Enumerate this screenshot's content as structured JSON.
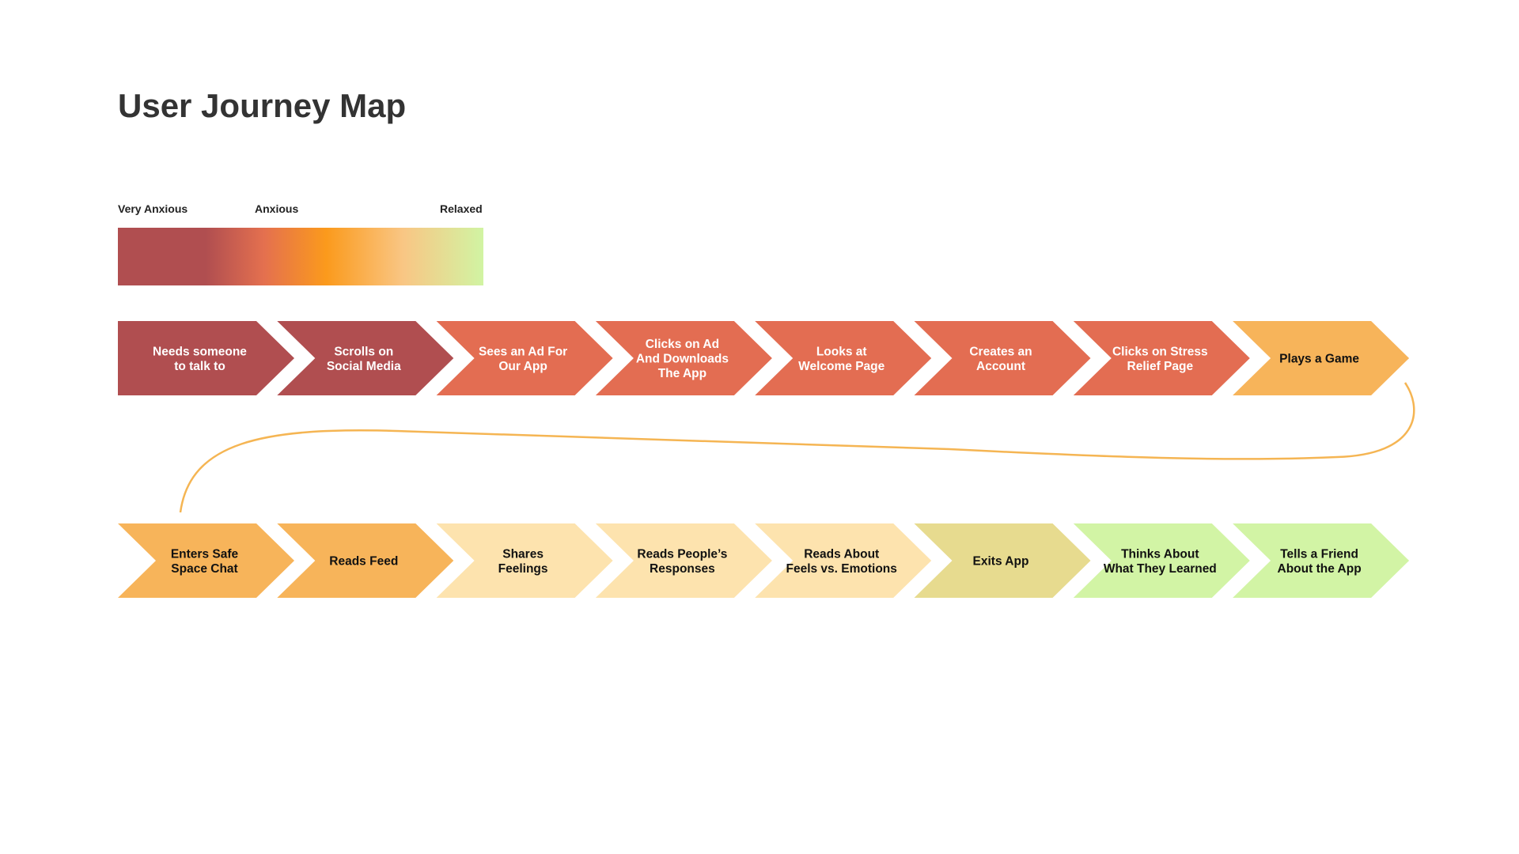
{
  "title": "User Journey Map",
  "legend": {
    "very_anxious": "Very Anxious",
    "anxious": "Anxious",
    "relaxed": "Relaxed",
    "gradient_colors": [
      "#b04e50",
      "#b04e50",
      "#e4704f",
      "#fb9a1c",
      "#f9c684",
      "#d1f4a3"
    ]
  },
  "colors": {
    "deep_red": "#b04e50",
    "coral": "#e36d52",
    "orange": "#f7b45a",
    "peach": "#fde3ae",
    "olive": "#e7db8f",
    "light_green": "#d2f4a5",
    "connector": "#f5b553"
  },
  "rows": [
    {
      "steps": [
        {
          "lines": [
            "Needs someone",
            "to talk to"
          ],
          "color": "#b04e50",
          "text_color": "#ffffff"
        },
        {
          "lines": [
            "Scrolls on",
            "Social Media"
          ],
          "color": "#b04e50",
          "text_color": "#ffffff"
        },
        {
          "lines": [
            "Sees an Ad For",
            "Our App"
          ],
          "color": "#e36d52",
          "text_color": "#ffffff"
        },
        {
          "lines": [
            "Clicks on Ad",
            "And Downloads",
            "The App"
          ],
          "color": "#e36d52",
          "text_color": "#ffffff"
        },
        {
          "lines": [
            "Looks at",
            "Welcome Page"
          ],
          "color": "#e36d52",
          "text_color": "#ffffff"
        },
        {
          "lines": [
            "Creates an",
            "Account"
          ],
          "color": "#e36d52",
          "text_color": "#ffffff"
        },
        {
          "lines": [
            "Clicks on Stress",
            "Relief Page"
          ],
          "color": "#e36d52",
          "text_color": "#ffffff"
        },
        {
          "lines": [
            "Plays a Game"
          ],
          "color": "#f7b45a",
          "text_color": "#111111"
        }
      ]
    },
    {
      "steps": [
        {
          "lines": [
            "Enters Safe",
            "Space Chat"
          ],
          "color": "#f7b45a",
          "text_color": "#111111"
        },
        {
          "lines": [
            "Reads Feed"
          ],
          "color": "#f7b45a",
          "text_color": "#111111"
        },
        {
          "lines": [
            "Shares",
            "Feelings"
          ],
          "color": "#fde3ae",
          "text_color": "#111111"
        },
        {
          "lines": [
            "Reads People’s",
            "Responses"
          ],
          "color": "#fde3ae",
          "text_color": "#111111"
        },
        {
          "lines": [
            "Reads About",
            "Feels vs. Emotions"
          ],
          "color": "#fde3ae",
          "text_color": "#111111"
        },
        {
          "lines": [
            "Exits App"
          ],
          "color": "#e7db8f",
          "text_color": "#111111"
        },
        {
          "lines": [
            "Thinks About",
            "What They Learned"
          ],
          "color": "#d2f4a5",
          "text_color": "#111111"
        },
        {
          "lines": [
            "Tells a Friend",
            "About the App"
          ],
          "color": "#d2f4a5",
          "text_color": "#111111"
        }
      ]
    }
  ]
}
